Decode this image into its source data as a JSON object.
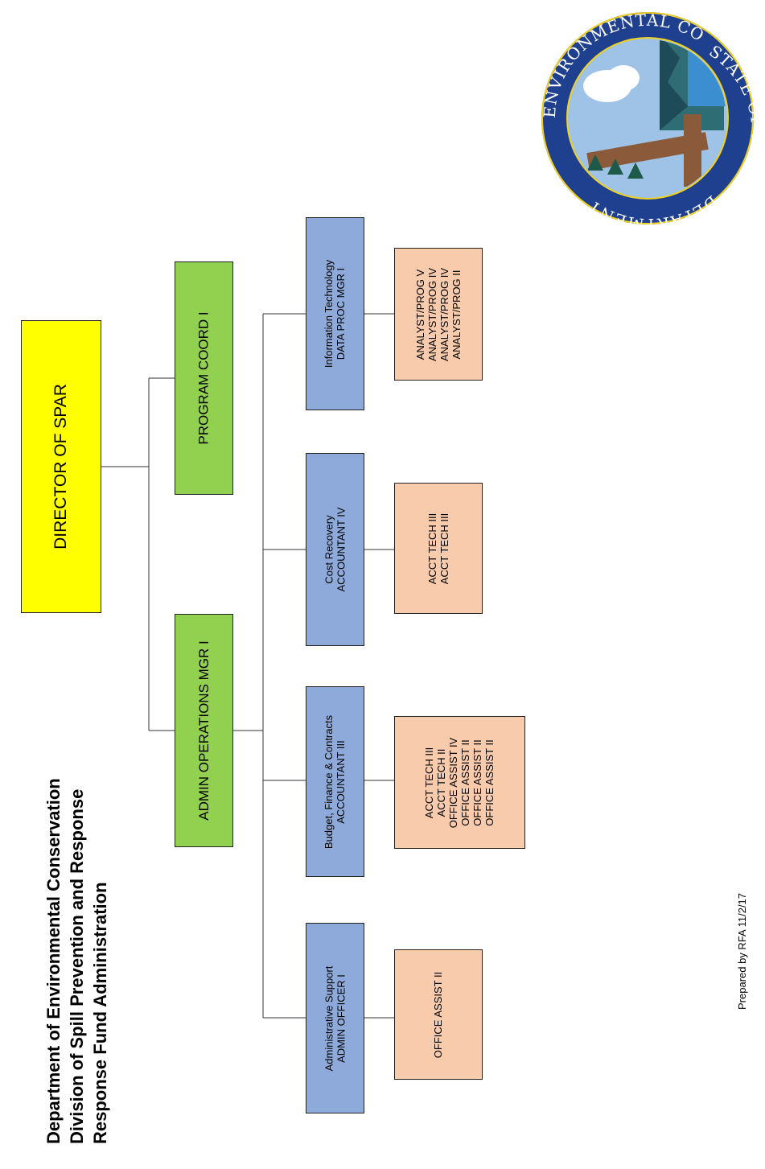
{
  "title": {
    "line1": "Department of Environmental Conservation",
    "line2": "Division of Spill Prevention and Response",
    "line3": "Response Fund Administration"
  },
  "director": "DIRECTOR OF SPAR",
  "level2": {
    "admin_ops": "ADMIN OPERATIONS MGR I",
    "program_coord": "PROGRAM COORD I"
  },
  "units": [
    {
      "name": "Administrative Support",
      "position": "ADMIN OFFICER I",
      "staff": [
        "OFFICE ASSIST II"
      ]
    },
    {
      "name": "Budget, Finance & Contracts",
      "position": "ACCOUNTANT III",
      "staff": [
        "ACCT TECH III",
        "ACCT TECH II",
        "OFFICE ASSIST IV",
        "OFFICE ASSIST II",
        "OFFICE ASSIST II",
        "OFFICE ASSIST II"
      ]
    },
    {
      "name": "Cost Recovery",
      "position": "ACCOUNTANT IV",
      "staff": [
        "ACCT TECH III",
        "ACCT TECH III"
      ]
    },
    {
      "name": "Information Technology",
      "position": "DATA PROC MGR I",
      "staff": [
        "ANALYST/PROG V",
        "ANALYST/PROG IV",
        "ANALYST/PROG IV",
        "ANALYST/PROG II"
      ]
    }
  ],
  "seal": {
    "top_text": "ENVIRONMENTAL CONSERVATION",
    "side_text": "STATE OF ALASKA",
    "bottom_text": "DEPARTMENT OF"
  },
  "prepared_by": "Prepared by RFA 11/2/17",
  "colors": {
    "director": "#ffff00",
    "level2": "#92d050",
    "unit": "#8eaadb",
    "staff": "#f8cbad",
    "seal_blue": "#1f3f8f",
    "seal_gold": "#f0d020"
  }
}
